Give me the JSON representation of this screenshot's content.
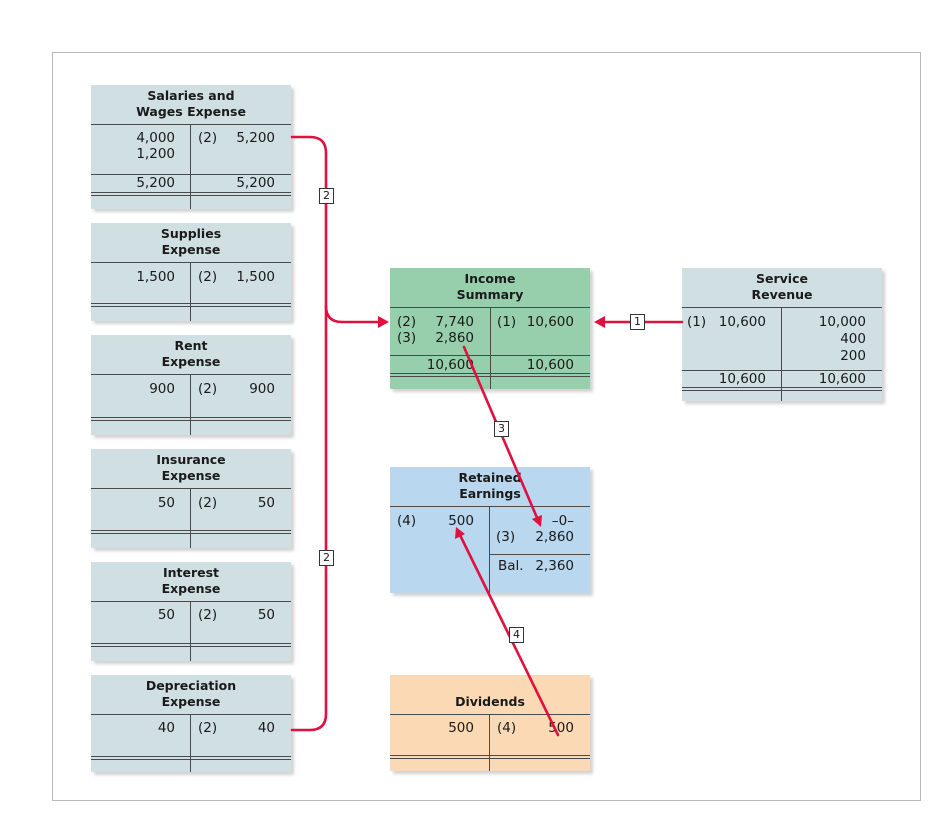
{
  "colors": {
    "arrow": "#e0103f",
    "expense": "#cfdfe2",
    "income_summary": "#97cfad",
    "retained": "#b9d7ef",
    "dividends": "#fbd9b5"
  },
  "salaries": {
    "title1": "Salaries and",
    "title2": "Wages Expense",
    "d1": "4,000",
    "d2": "1,200",
    "ref": "(2)",
    "c1": "5,200",
    "dt": "5,200",
    "ct": "5,200"
  },
  "supplies": {
    "title1": "Supplies",
    "title2": "Expense",
    "d1": "1,500",
    "ref": "(2)",
    "c1": "1,500"
  },
  "rent": {
    "title1": "Rent",
    "title2": "Expense",
    "d1": "900",
    "ref": "(2)",
    "c1": "900"
  },
  "insurance": {
    "title1": "Insurance",
    "title2": "Expense",
    "d1": "50",
    "ref": "(2)",
    "c1": "50"
  },
  "interest": {
    "title1": "Interest",
    "title2": "Expense",
    "d1": "50",
    "ref": "(2)",
    "c1": "50"
  },
  "depreciation": {
    "title1": "Depreciation",
    "title2": "Expense",
    "d1": "40",
    "ref": "(2)",
    "c1": "40"
  },
  "income_summary": {
    "title1": "Income",
    "title2": "Summary",
    "ref1": "(2)",
    "d1": "7,740",
    "ref2": "(3)",
    "d2": "2,860",
    "cref": "(1)",
    "c1": "10,600",
    "dt": "10,600",
    "ct": "10,600"
  },
  "service_revenue": {
    "title1": "Service",
    "title2": "Revenue",
    "ref": "(1)",
    "d1": "10,600",
    "c1": "10,000",
    "c2": "400",
    "c3": "200",
    "dt": "10,600",
    "ct": "10,600"
  },
  "retained_earnings": {
    "title1": "Retained",
    "title2": "Earnings",
    "dref": "(4)",
    "d1": "500",
    "c1": "–0–",
    "cref2": "(3)",
    "c2": "2,860",
    "bal_label": "Bal.",
    "bal": "2,360"
  },
  "dividends": {
    "title": "Dividends",
    "d1": "500",
    "ref": "(4)",
    "c1": "500"
  },
  "steps": {
    "s1": "1",
    "s2a": "2",
    "s2b": "2",
    "s3": "3",
    "s4": "4"
  }
}
